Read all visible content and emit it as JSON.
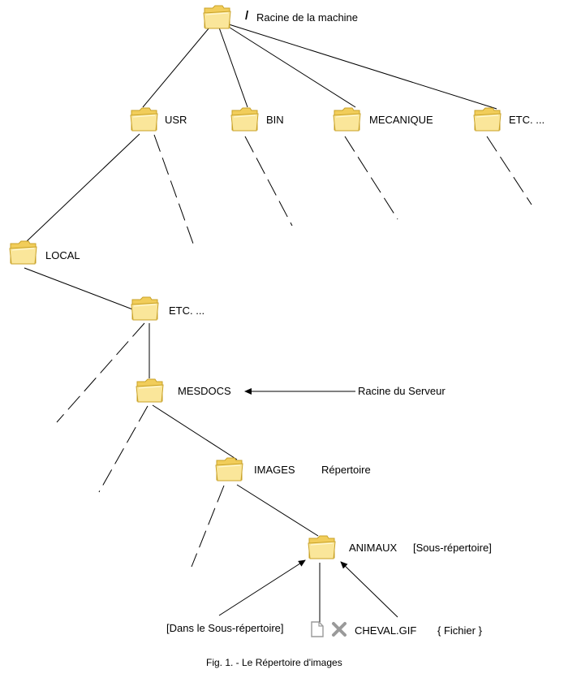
{
  "nodes": {
    "root": {
      "slash": "/",
      "label": "Racine de la machine",
      "icon": "folder-icon"
    },
    "usr": {
      "label": "USR",
      "icon": "folder-icon"
    },
    "bin": {
      "label": "BIN",
      "icon": "folder-icon"
    },
    "mecanique": {
      "label": "MECANIQUE",
      "icon": "folder-icon"
    },
    "etc_top": {
      "label": "ETC. ...",
      "icon": "folder-icon"
    },
    "local": {
      "label": "LOCAL",
      "icon": "folder-icon"
    },
    "etc_mid": {
      "label": "ETC. ...",
      "icon": "folder-icon"
    },
    "mesdocs": {
      "label": "MESDOCS",
      "icon": "folder-icon"
    },
    "images": {
      "label": "IMAGES",
      "icon": "folder-icon"
    },
    "animaux": {
      "label": "ANIMAUX",
      "icon": "folder-icon"
    }
  },
  "annotations": {
    "server_root": "Racine du Serveur",
    "repertoire": "Répertoire",
    "sous_repertoire": "[Sous-répertoire]",
    "dans_sous_repertoire": "[Dans le Sous-répertoire]",
    "fichier": "{ Fichier }"
  },
  "file": {
    "name": "CHEVAL.GIF",
    "icons": [
      "document-icon",
      "cross-icon"
    ]
  },
  "caption": "Fig. 1. - Le Répertoire d'images",
  "colors": {
    "folder_fill": "#f7dc6f",
    "folder_stroke": "#c9a227",
    "line": "#000000",
    "file_icon": "#9a9a9a"
  }
}
